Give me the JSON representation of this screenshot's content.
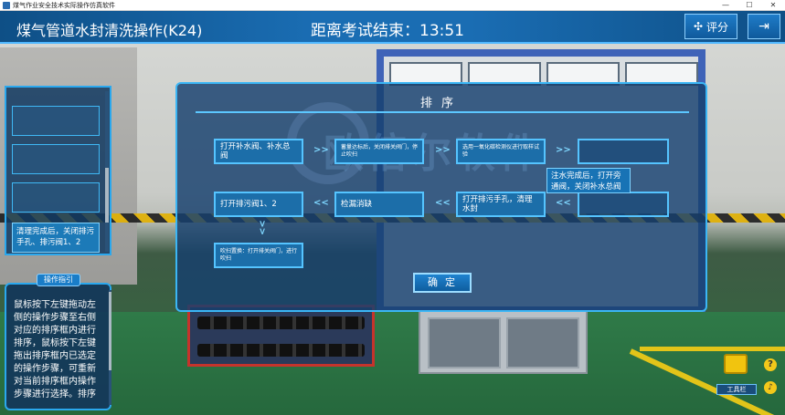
{
  "window": {
    "title": "煤气作业安全技术实际操作仿真软件",
    "controls": [
      "—",
      "☐",
      "✕"
    ]
  },
  "header": {
    "exam_name": "煤气管道水封清洗操作(K24)",
    "timer_label": "距离考试结束：",
    "timer_value": "13:51",
    "score_label": "评分"
  },
  "left_panel": {
    "filled_item": "清理完成后，关闭排污手孔、排污阀1、2"
  },
  "guide": {
    "title": "操作指引",
    "text": "鼠标按下左键拖动左侧的操作步骤至右侧对应的排序框内进行排序，鼠标按下左键拖出排序框内已选定的操作步骤，可重新对当前排序框内操作步骤进行选择。排序"
  },
  "dialog": {
    "title": "排序",
    "watermark": "欧倍尔软件",
    "steps": {
      "s1": "打开补水阀、补水总阀",
      "s2": "蓄量达标后，关闭排关阀门，停止吹扫",
      "s3": "选用一氧化碳检测仪进行取样试验",
      "s4": "",
      "s5": "打开排污阀1、2",
      "s6": "检漏消缺",
      "s7": "打开排污手孔，清理水封",
      "s8": "",
      "s9": "吹扫置换：打开排关阀门，进行吹扫"
    },
    "confirm_label": "确定"
  },
  "drag_item": "注水完成后，打开旁通阀，关闭补水总阀",
  "tools": {
    "label": "工具栏",
    "help": "?",
    "sound": "♪"
  }
}
